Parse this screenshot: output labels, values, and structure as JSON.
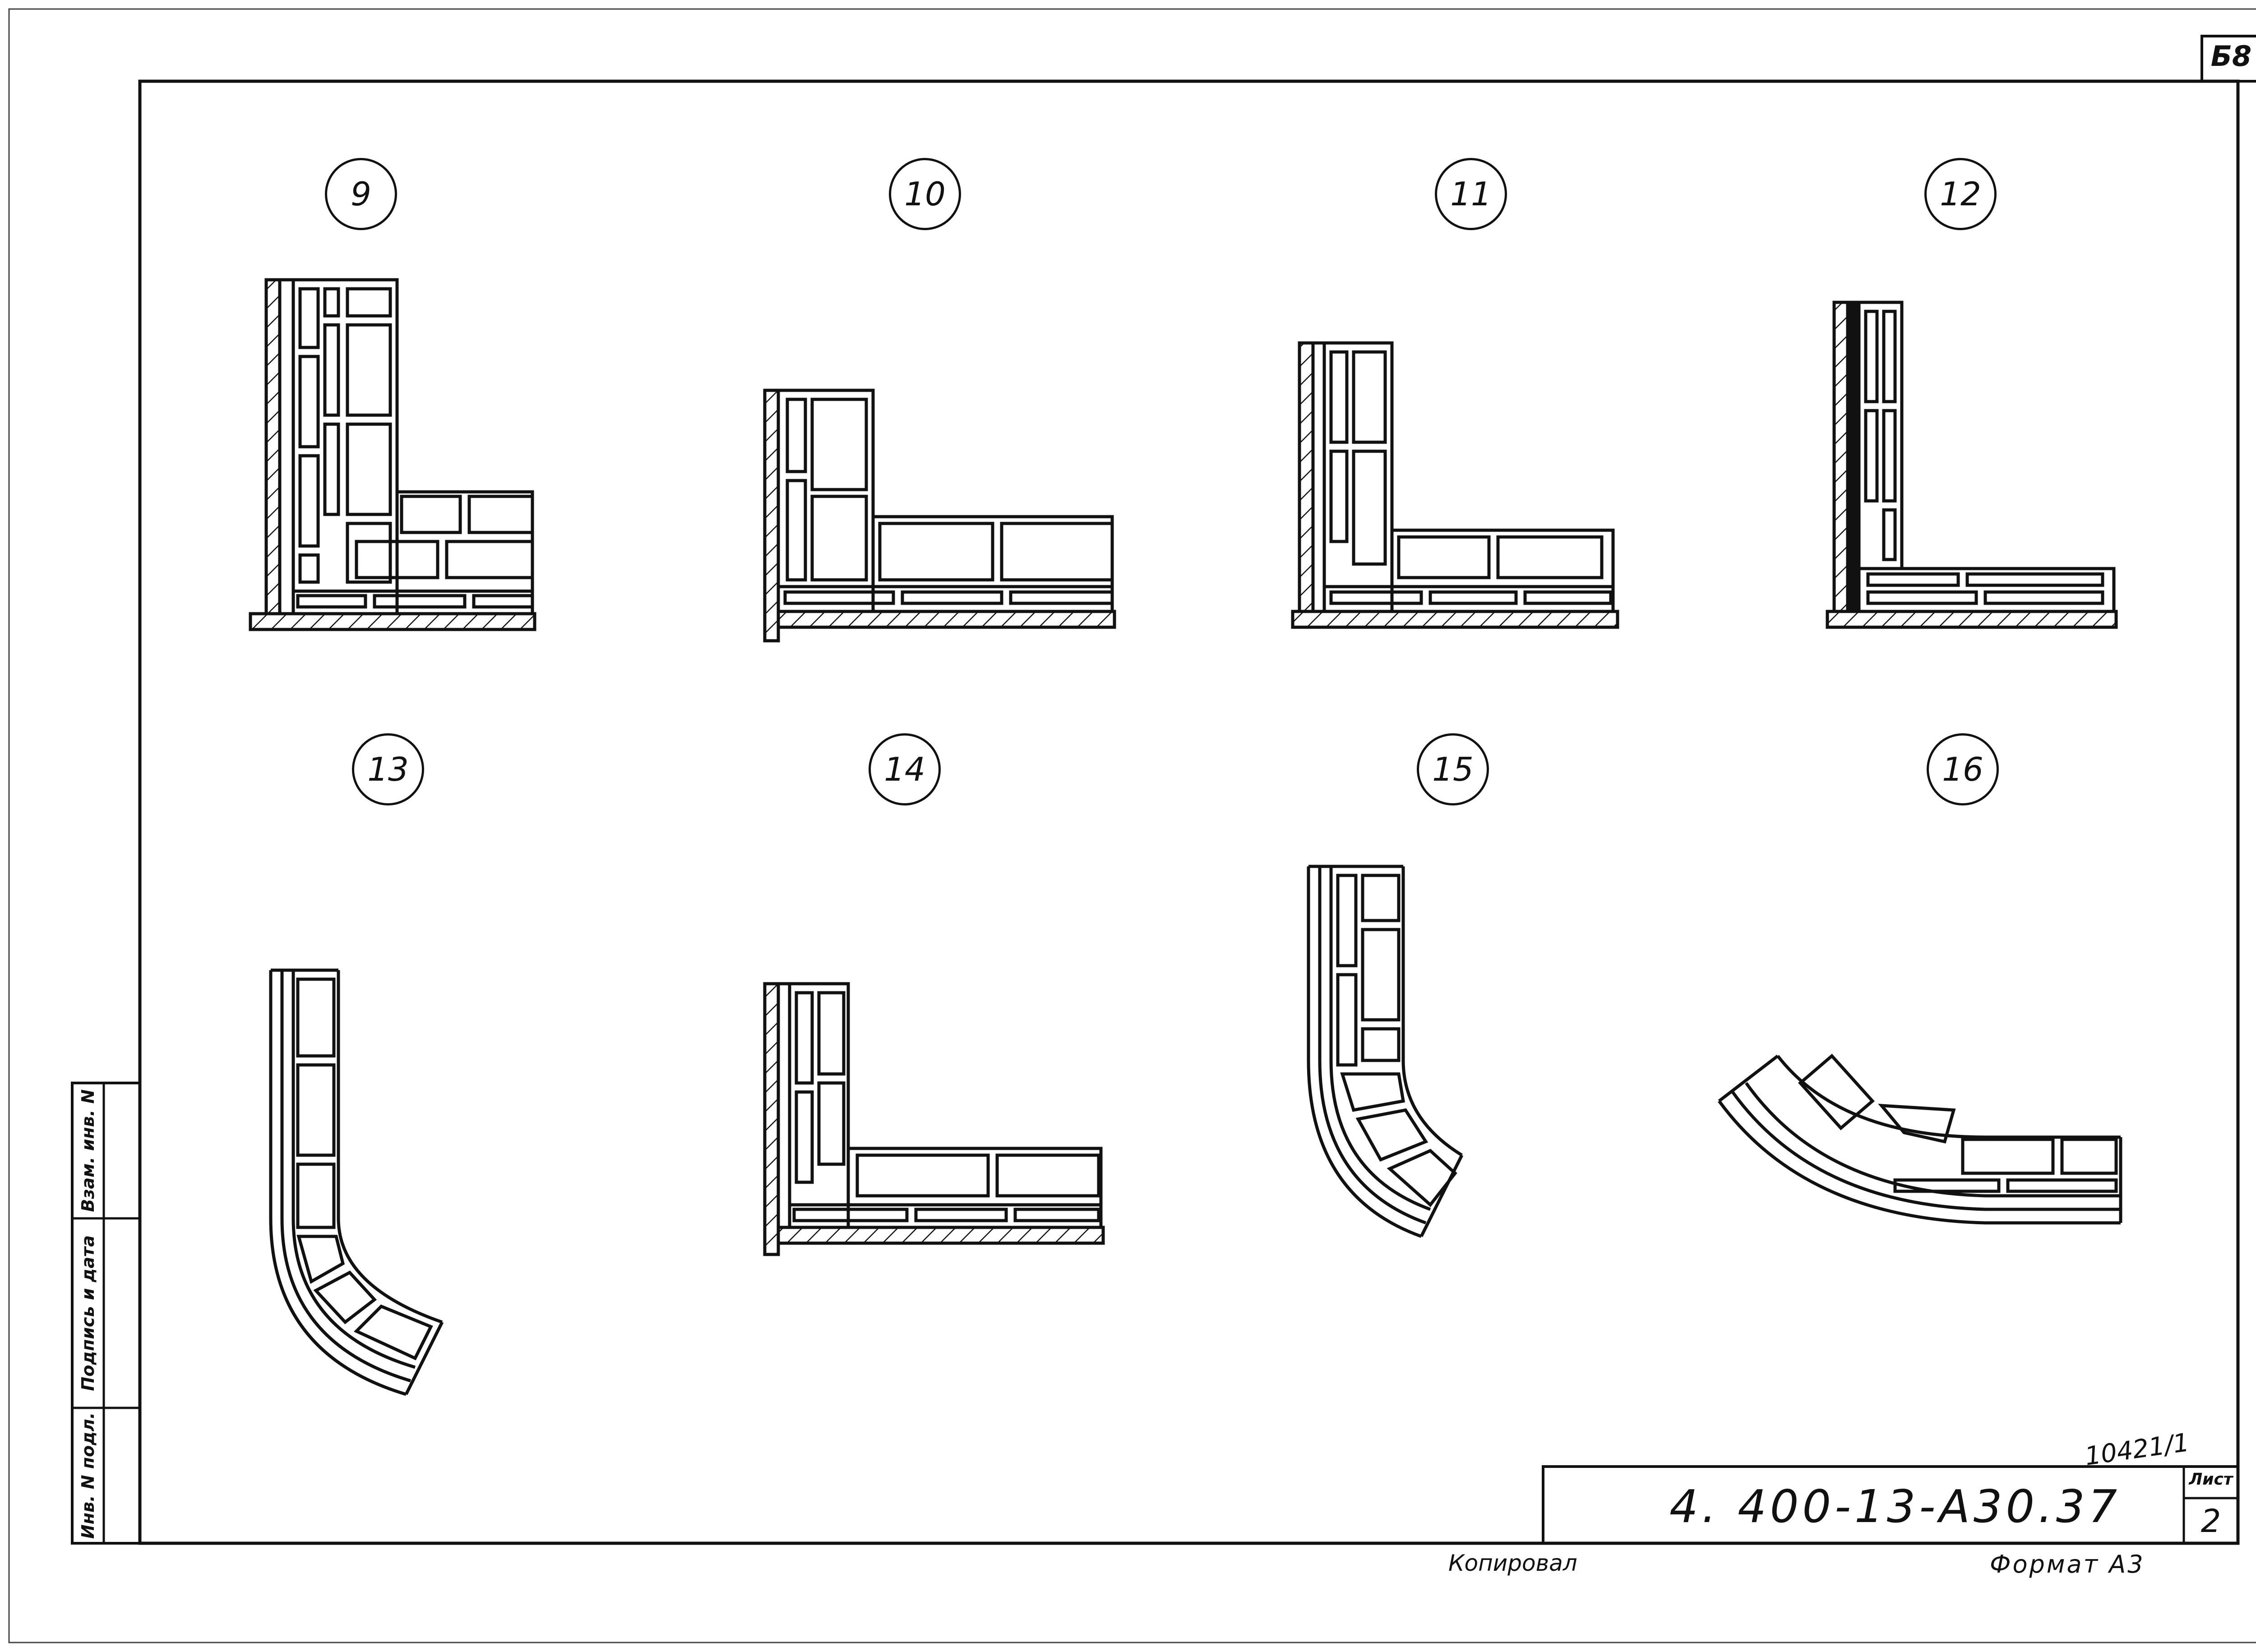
{
  "sheet_tag": "Б8",
  "details": [
    {
      "num": "9"
    },
    {
      "num": "10"
    },
    {
      "num": "11"
    },
    {
      "num": "12"
    },
    {
      "num": "13"
    },
    {
      "num": "14"
    },
    {
      "num": "15"
    },
    {
      "num": "16"
    }
  ],
  "side_stamp": {
    "inv_no": "Инв. N подл.",
    "sign_date": "Подпись и дата",
    "replaced_inv": "Взам. инв. N"
  },
  "title_block": {
    "archive_no": "10421/1",
    "doc_code": "4. 400-13-А30.37",
    "sheet_label": "Лист",
    "sheet_no": "2"
  },
  "footer": {
    "copied": "Копировал",
    "format": "Формат А3"
  },
  "colors": {
    "ink": "#111111",
    "paper": "#ffffff"
  }
}
